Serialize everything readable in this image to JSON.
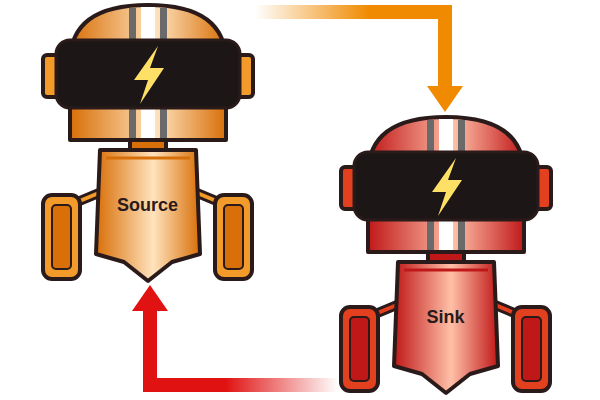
{
  "diagram": {
    "nodes": [
      {
        "text": [
          "Source"
        ]
      },
      {
        "text": [
          "Sink"
        ]
      }
    ],
    "edges": [
      {
        "from": 0,
        "to": 1,
        "arrow": "to"
      },
      {
        "from": 1,
        "to": 0,
        "arrow": "to"
      }
    ]
  }
}
